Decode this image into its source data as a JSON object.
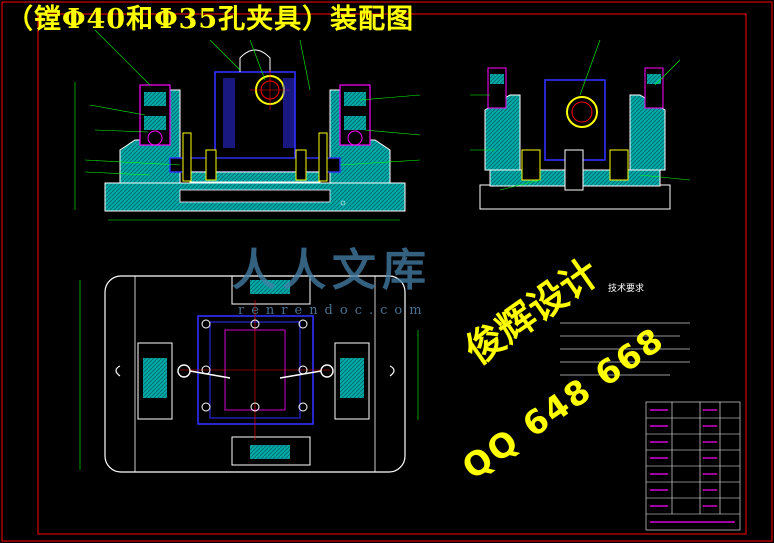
{
  "title": "（镗Φ40和Φ35孔夹具）装配图",
  "watermark_cn": "俊辉设计",
  "watermark_qq": "QQ 648 668",
  "watermark_site_cn": "人人文库",
  "watermark_site_en": "renrendoc.com",
  "tech_requirements_title": "技术要求",
  "colors": {
    "background": "#000000",
    "border": "#ff0000",
    "outline": "#ffffff",
    "section_fill": "#00a0a0",
    "part_blue": "#3030ff",
    "magenta": "#ff00ff",
    "yellow": "#ffff00",
    "dimension": "#00ff00"
  }
}
